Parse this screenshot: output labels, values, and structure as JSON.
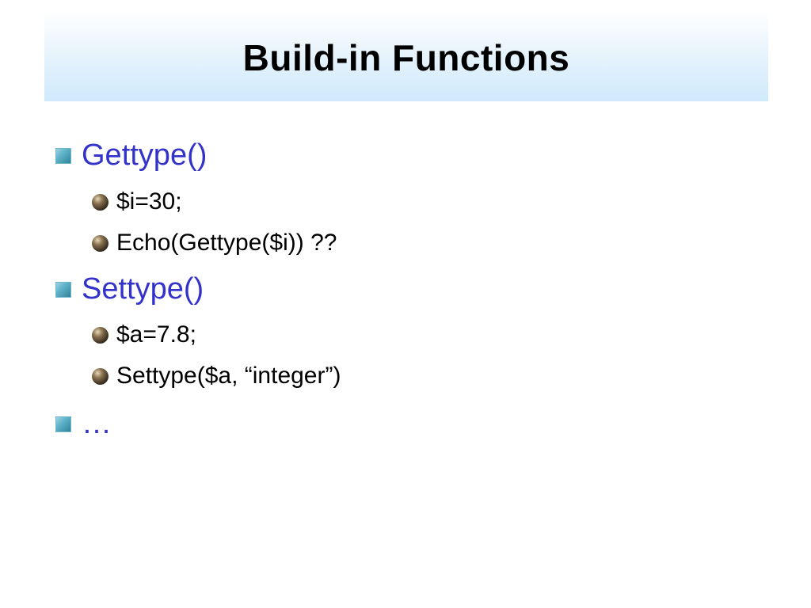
{
  "slide": {
    "title": "Build-in Functions",
    "bullets": [
      {
        "text": "Gettype()",
        "level": 1
      },
      {
        "text": "$i=30;",
        "level": 2
      },
      {
        "text": "Echo(Gettype($i)) ??",
        "level": 2
      },
      {
        "text": "Settype()",
        "level": 1
      },
      {
        "text": "$a=7.8;",
        "level": 2
      },
      {
        "text": "Settype($a, “integer”)",
        "level": 2
      },
      {
        "text": "…",
        "level": 1
      }
    ]
  },
  "colors": {
    "level1_text": "#3333cc",
    "level2_text": "#000000",
    "title_text": "#000000",
    "title_band": "#cfe9fb"
  },
  "icons": {
    "level1_bullet": "square-bullet-icon",
    "level2_bullet": "ball-bullet-icon"
  }
}
